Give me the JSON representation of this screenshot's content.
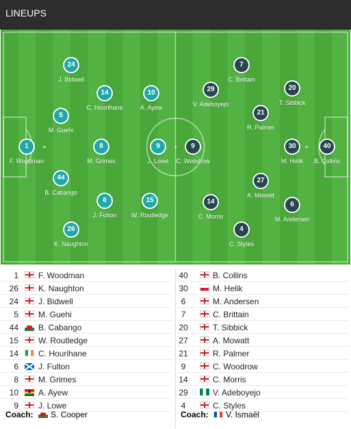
{
  "header": {
    "title": "LINEUPS"
  },
  "pitch": {
    "home": [
      {
        "number": "1",
        "name": "F. Woodman"
      },
      {
        "number": "24",
        "name": "J. Bidwell"
      },
      {
        "number": "5",
        "name": "M. Guehi"
      },
      {
        "number": "44",
        "name": "B. Cabango"
      },
      {
        "number": "26",
        "name": "K. Naughton"
      },
      {
        "number": "14",
        "name": "C. Hourihane"
      },
      {
        "number": "8",
        "name": "M. Grimes"
      },
      {
        "number": "6",
        "name": "J. Fulton"
      },
      {
        "number": "10",
        "name": "A. Ayew"
      },
      {
        "number": "9",
        "name": "J. Lowe"
      },
      {
        "number": "15",
        "name": "W. Routledge"
      }
    ],
    "away": [
      {
        "number": "9",
        "name": "C. Woodrow"
      },
      {
        "number": "7",
        "name": "C. Brittain"
      },
      {
        "number": "29",
        "name": "V. Adeboyejo"
      },
      {
        "number": "14",
        "name": "C. Morris"
      },
      {
        "number": "4",
        "name": "C. Styles"
      },
      {
        "number": "21",
        "name": "R. Palmer"
      },
      {
        "number": "27",
        "name": "A. Mowatt"
      },
      {
        "number": "20",
        "name": "T. Sibbick"
      },
      {
        "number": "30",
        "name": "M. Helik"
      },
      {
        "number": "6",
        "name": "M. Andersen"
      },
      {
        "number": "40",
        "name": "B. Collins"
      }
    ]
  },
  "home_list": [
    {
      "number": "1",
      "flag": "eng",
      "name": "F. Woodman"
    },
    {
      "number": "26",
      "flag": "eng",
      "name": "K. Naughton"
    },
    {
      "number": "24",
      "flag": "eng",
      "name": "J. Bidwell"
    },
    {
      "number": "5",
      "flag": "eng",
      "name": "M. Guehi"
    },
    {
      "number": "44",
      "flag": "wal",
      "name": "B. Cabango"
    },
    {
      "number": "15",
      "flag": "eng",
      "name": "W. Routledge"
    },
    {
      "number": "14",
      "flag": "irl",
      "name": "C. Hourihane"
    },
    {
      "number": "6",
      "flag": "sco",
      "name": "J. Fulton"
    },
    {
      "number": "8",
      "flag": "eng",
      "name": "M. Grimes"
    },
    {
      "number": "10",
      "flag": "gha",
      "name": "A. Ayew"
    },
    {
      "number": "9",
      "flag": "eng",
      "name": "J. Lowe"
    }
  ],
  "away_list": [
    {
      "number": "40",
      "flag": "eng",
      "name": "B. Collins"
    },
    {
      "number": "30",
      "flag": "pol",
      "name": "M. Helik"
    },
    {
      "number": "6",
      "flag": "eng",
      "name": "M. Andersen"
    },
    {
      "number": "7",
      "flag": "eng",
      "name": "C. Brittain"
    },
    {
      "number": "20",
      "flag": "eng",
      "name": "T. Sibbick"
    },
    {
      "number": "27",
      "flag": "eng",
      "name": "A. Mowatt"
    },
    {
      "number": "21",
      "flag": "eng",
      "name": "R. Palmer"
    },
    {
      "number": "9",
      "flag": "eng",
      "name": "C. Woodrow"
    },
    {
      "number": "14",
      "flag": "eng",
      "name": "C. Morris"
    },
    {
      "number": "29",
      "flag": "nga",
      "name": "V. Adeboyejo"
    },
    {
      "number": "4",
      "flag": "eng",
      "name": "C. Styles"
    }
  ],
  "coaches": {
    "label": "Coach:",
    "home": {
      "flag": "wal",
      "name": "S. Cooper"
    },
    "away": {
      "flag": "fra",
      "name": "V. Ismaël"
    }
  },
  "colors": {
    "home": "#20a8a8",
    "away": "#27474e",
    "pitch": "#4aa83a",
    "header": "#2d2d2d"
  }
}
